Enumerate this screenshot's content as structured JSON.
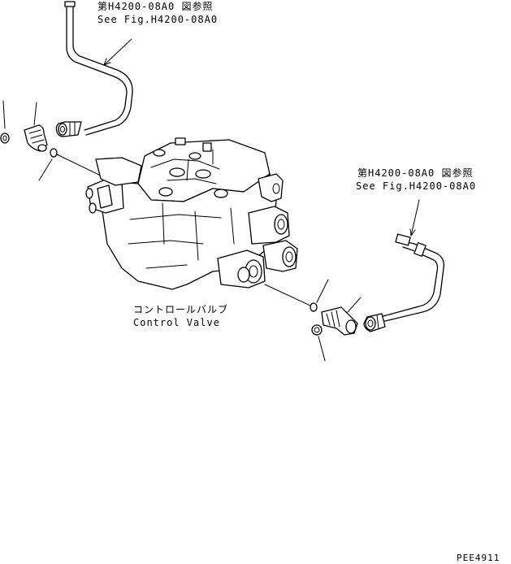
{
  "callouts": {
    "top": {
      "jp": "第H4200-08A0 図参照",
      "en": "See Fig.H4200-08A0"
    },
    "right": {
      "jp": "第H4200-08A0 図参照",
      "en": "See Fig.H4200-08A0"
    }
  },
  "valve": {
    "jp": "コントロールバルブ",
    "en": "Control Valve"
  },
  "drawing_code": "PEE4911"
}
